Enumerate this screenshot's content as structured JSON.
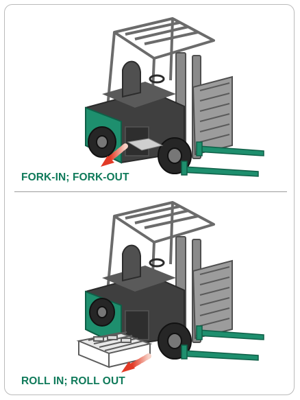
{
  "panels": [
    {
      "caption": "FORK-IN; FORK-OUT",
      "mode": "fork"
    },
    {
      "caption": "ROLL IN; ROLL OUT",
      "mode": "roll"
    }
  ],
  "colors": {
    "accent": "#0f7a5a",
    "body_green": "#1e8f6e",
    "frame": "#6f6f6f",
    "arrow": "#e23a26"
  }
}
